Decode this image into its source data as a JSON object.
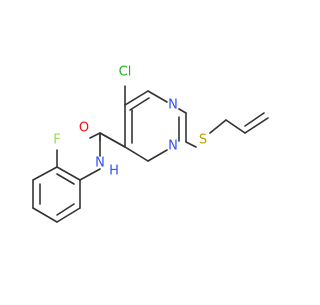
{
  "molecule": {
    "atoms": {
      "cl": {
        "label": "Cl",
        "color": "#1fb71f"
      },
      "n_ring_top": {
        "label": "N",
        "color": "#3050f8"
      },
      "n_ring_bottom": {
        "label": "N",
        "color": "#3050f8"
      },
      "o": {
        "label": "O",
        "color": "#ff0d0d"
      },
      "s": {
        "label": "S",
        "color": "#b8a000"
      },
      "nh_n": {
        "label": "N",
        "color": "#3050f8"
      },
      "nh_h": {
        "label": "H",
        "color": "#3050f8"
      },
      "f": {
        "label": "F",
        "color": "#90e050"
      }
    },
    "bond_color": "#333333"
  }
}
